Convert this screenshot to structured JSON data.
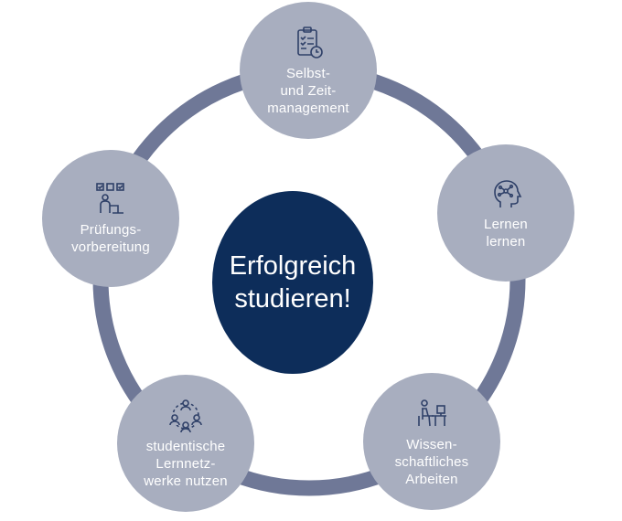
{
  "diagram": {
    "center_label": "Erfolgreich\nstudieren!",
    "nodes": [
      {
        "label": "Selbst-\nund Zeit-\nmanagement",
        "icon": "clipboard-clock-icon"
      },
      {
        "label": "Lernen\nlernen",
        "icon": "head-network-icon"
      },
      {
        "label": "Wissen-\nschaftliches\nArbeiten",
        "icon": "person-at-desk-icon"
      },
      {
        "label": "studentische\nLernnetz-\nwerke nutzen",
        "icon": "people-network-icon"
      },
      {
        "label": "Prüfungs-\nvorbereitung",
        "icon": "person-checklist-icon"
      }
    ],
    "colors": {
      "center": "#0d2d5a",
      "node": "#a8aebf",
      "ring": "#6f7897",
      "icon": "#2f4068",
      "text": "#ffffff"
    }
  }
}
